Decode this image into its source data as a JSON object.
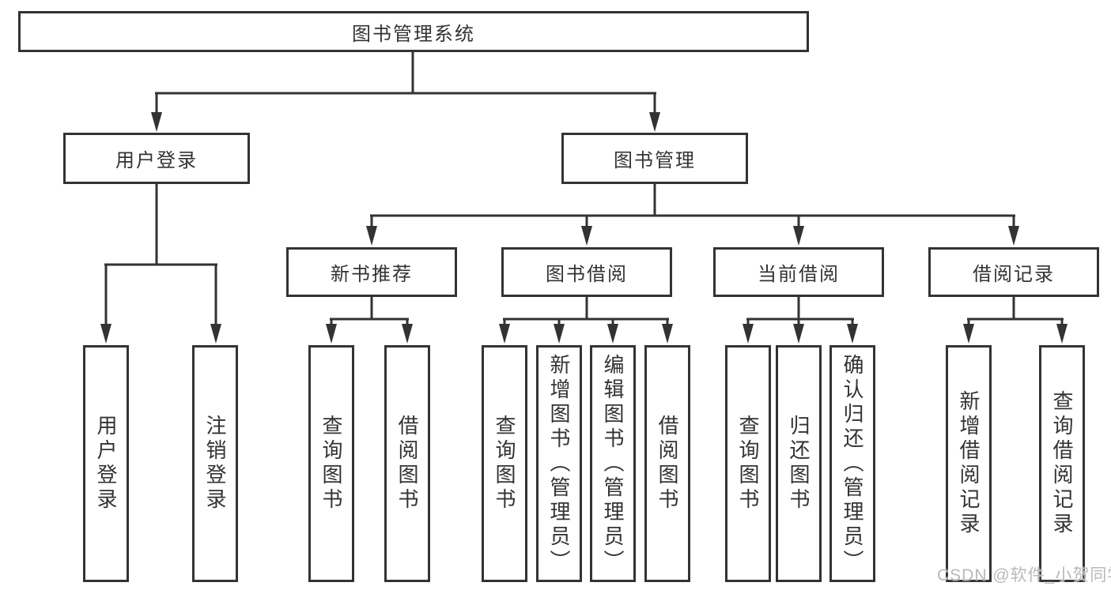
{
  "diagram": {
    "root": {
      "label": "图书管理系统"
    },
    "level2": {
      "user_login": {
        "label": "用户登录"
      },
      "book_management": {
        "label": "图书管理"
      }
    },
    "level3": {
      "new_book_recommendation": {
        "label": "新书推荐"
      },
      "book_borrowing": {
        "label": "图书借阅"
      },
      "current_borrowing": {
        "label": "当前借阅"
      },
      "borrowing_records": {
        "label": "借阅记录"
      }
    },
    "leaves": {
      "user_login": {
        "label": "用户登录"
      },
      "logout": {
        "label": "注销登录"
      },
      "nbr_query_books": {
        "label": "查询图书"
      },
      "nbr_borrow_books": {
        "label": "借阅图书"
      },
      "bb_query_books": {
        "label": "查询图书"
      },
      "bb_add_books_admin": {
        "label": "新增图书（管理员）"
      },
      "bb_edit_books_admin": {
        "label": "编辑图书（管理员）"
      },
      "bb_borrow_books": {
        "label": "借阅图书"
      },
      "cb_query_books": {
        "label": "查询图书"
      },
      "cb_return_books": {
        "label": "归还图书"
      },
      "cb_confirm_return_admin": {
        "label": "确认归还（管理员）"
      },
      "br_add_record": {
        "label": "新增借阅记录"
      },
      "br_query_record": {
        "label": "查询借阅记录"
      }
    }
  },
  "watermark": {
    "text": "CSDN @软件_小贺同学"
  },
  "colors": {
    "line": "#333333",
    "text": "#333333",
    "watermark": "#b9b9b9",
    "background": "#ffffff"
  }
}
